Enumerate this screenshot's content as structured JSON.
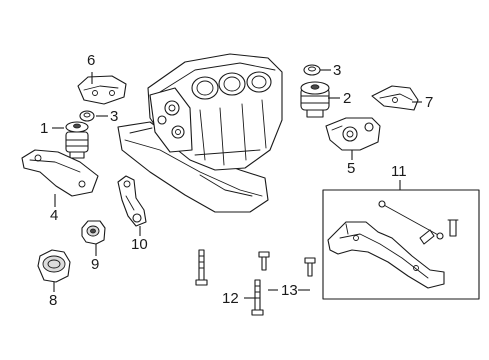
{
  "callouts": [
    {
      "id": "1",
      "text": "1"
    },
    {
      "id": "2",
      "text": "2"
    },
    {
      "id": "3a",
      "text": "3"
    },
    {
      "id": "3b",
      "text": "3"
    },
    {
      "id": "4",
      "text": "4"
    },
    {
      "id": "5",
      "text": "5"
    },
    {
      "id": "6",
      "text": "6"
    },
    {
      "id": "7",
      "text": "7"
    },
    {
      "id": "8",
      "text": "8"
    },
    {
      "id": "9",
      "text": "9"
    },
    {
      "id": "10",
      "text": "10"
    },
    {
      "id": "11",
      "text": "11"
    },
    {
      "id": "12",
      "text": "12"
    },
    {
      "id": "13",
      "text": "13"
    }
  ],
  "colors": {
    "ink": "#1a1a1a",
    "background": "#ffffff"
  }
}
